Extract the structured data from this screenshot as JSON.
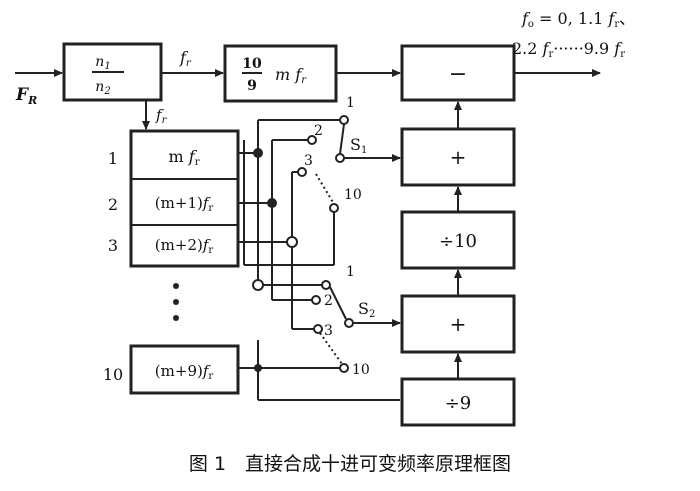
{
  "inputs": {
    "main": "F",
    "main_sub": "R"
  },
  "divider": {
    "numerator": "n",
    "numerator_sub": "1",
    "denominator": "n",
    "denominator_sub": "2"
  },
  "fr_label": "f",
  "fr_sub": "r",
  "scaler": {
    "frac_num": "10",
    "frac_den": "9",
    "rest": "m f",
    "rest_sub": "r"
  },
  "output": {
    "line1_prefix": "f",
    "line1_sub": "o",
    "line1_rest": " = 0, 1.1 ",
    "line1_f": "f",
    "line1_fsub": "r",
    "line1_tail": "、",
    "line2_prefix": "2.2 ",
    "line2_f": "f",
    "line2_fsub": "r",
    "line2_mid": "······9.9 ",
    "line2_f2": "f",
    "line2_f2sub": "r"
  },
  "operators": {
    "minus": "−",
    "plus1": "+",
    "div10": "÷10",
    "plus2": "+",
    "div9": "÷9"
  },
  "generators": [
    {
      "num": "1",
      "label_pre": "m ",
      "label_f": "f",
      "label_sub": "r"
    },
    {
      "num": "2",
      "label_pre": "(m+1)",
      "label_f": "f",
      "label_sub": "r"
    },
    {
      "num": "3",
      "label_pre": "(m+2)",
      "label_f": "f",
      "label_sub": "r"
    },
    {
      "num": "10",
      "label_pre": "(m+9)",
      "label_f": "f",
      "label_sub": "r"
    }
  ],
  "switch1": {
    "name": "S",
    "sub": "1",
    "positions": [
      "1",
      "2",
      "3",
      "10"
    ]
  },
  "switch2": {
    "name": "S",
    "sub": "2",
    "positions": [
      "1",
      "2",
      "3",
      "10"
    ]
  },
  "caption": "图 1　直接合成十进可变频率原理框图"
}
